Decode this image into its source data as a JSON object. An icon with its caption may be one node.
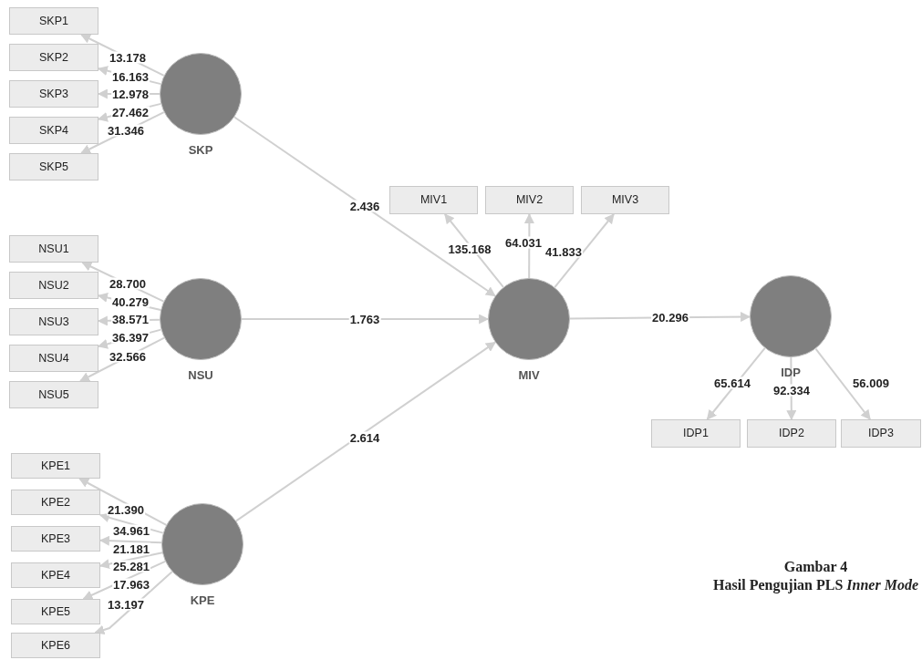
{
  "diagram": {
    "title": "Gambar 4",
    "caption": "Hasil Pengujian PLS *Inner Mode*",
    "nodes": [
      {
        "text": [
          "SKP1"
        ]
      },
      {
        "text": [
          "SKP2"
        ]
      },
      {
        "text": [
          "SKP3"
        ]
      },
      {
        "text": [
          "SKP4"
        ]
      },
      {
        "text": [
          "SKP5"
        ]
      },
      {
        "text": [
          "SKP"
        ]
      },
      {
        "text": [
          "MIV1"
        ]
      },
      {
        "text": [
          "MIV2"
        ]
      },
      {
        "text": [
          "MIV3"
        ]
      },
      {
        "text": [
          "NSU1"
        ]
      },
      {
        "text": [
          "NSU2"
        ]
      },
      {
        "text": [
          "NSU3"
        ]
      },
      {
        "text": [
          "NSU4"
        ]
      },
      {
        "text": [
          "NSU5"
        ]
      },
      {
        "text": [
          "NSU"
        ]
      },
      {
        "text": [
          "MIV"
        ]
      },
      {
        "text": [
          "IDP"
        ]
      },
      {
        "text": [
          "IDP1"
        ]
      },
      {
        "text": [
          "IDP2"
        ]
      },
      {
        "text": [
          "IDP3"
        ]
      },
      {
        "text": [
          "KPE1"
        ]
      },
      {
        "text": [
          "KPE2"
        ]
      },
      {
        "text": [
          "KPE3"
        ]
      },
      {
        "text": [
          "KPE4"
        ]
      },
      {
        "text": [
          "KPE5"
        ]
      },
      {
        "text": [
          "KPE6"
        ]
      },
      {
        "text": [
          "KPE"
        ]
      }
    ],
    "edges": [
      {
        "from": 5,
        "to": 0,
        "arrow": "to",
        "label": "13.178"
      },
      {
        "from": 5,
        "to": 1,
        "arrow": "to",
        "label": "16.163"
      },
      {
        "from": 5,
        "to": 2,
        "arrow": "to",
        "label": "12.978"
      },
      {
        "from": 5,
        "to": 3,
        "arrow": "to",
        "label": "27.462"
      },
      {
        "from": 5,
        "to": 4,
        "arrow": "to",
        "label": "31.346"
      },
      {
        "from": 14,
        "to": 9,
        "arrow": "to",
        "label": "28.700"
      },
      {
        "from": 14,
        "to": 10,
        "arrow": "to",
        "label": "40.279"
      },
      {
        "from": 14,
        "to": 11,
        "arrow": "to",
        "label": "38.571"
      },
      {
        "from": 14,
        "to": 12,
        "arrow": "to",
        "label": "36.397"
      },
      {
        "from": 14,
        "to": 13,
        "arrow": "to",
        "label": "32.566"
      },
      {
        "from": 26,
        "to": 20,
        "arrow": "to",
        "label": "21.390"
      },
      {
        "from": 26,
        "to": 21,
        "arrow": "to",
        "label": "34.961"
      },
      {
        "from": 26,
        "to": 22,
        "arrow": "to",
        "label": "21.181"
      },
      {
        "from": 26,
        "to": 23,
        "arrow": "to",
        "label": "25.281"
      },
      {
        "from": 26,
        "to": 24,
        "arrow": "to",
        "label": "17.963"
      },
      {
        "from": 26,
        "to": 25,
        "arrow": "to",
        "label": "13.197"
      },
      {
        "from": 5,
        "to": 15,
        "arrow": "to",
        "label": "2.436"
      },
      {
        "from": 14,
        "to": 15,
        "arrow": "to",
        "label": "1.763"
      },
      {
        "from": 26,
        "to": 15,
        "arrow": "to",
        "label": "2.614"
      },
      {
        "from": 15,
        "to": 6,
        "arrow": "to",
        "label": "135.168"
      },
      {
        "from": 15,
        "to": 7,
        "arrow": "to",
        "label": "64.031"
      },
      {
        "from": 15,
        "to": 8,
        "arrow": "to",
        "label": "41.833"
      },
      {
        "from": 15,
        "to": 16,
        "arrow": "to",
        "label": "20.296"
      },
      {
        "from": 16,
        "to": 17,
        "arrow": "to",
        "label": "65.614"
      },
      {
        "from": 16,
        "to": 18,
        "arrow": "to",
        "label": "92.334"
      },
      {
        "from": 16,
        "to": 19,
        "arrow": "to",
        "label": "56.009"
      }
    ]
  }
}
